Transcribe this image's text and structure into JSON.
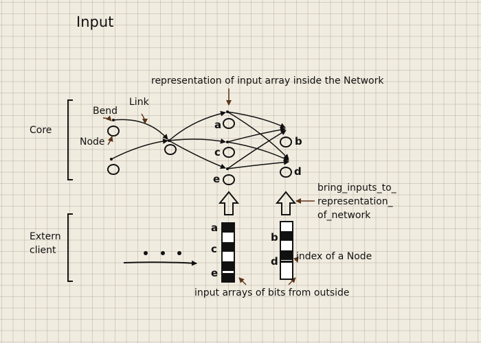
{
  "title": "Input",
  "labels": {
    "representation": "representation of input array inside the Network",
    "bend": "Bend",
    "link": "Link",
    "node": "Node",
    "core": "Core",
    "extern_client": [
      "Extern",
      "client"
    ],
    "bring": [
      "bring_inputs_to_",
      "representation_",
      "of_network"
    ],
    "index": "index of a Node",
    "input_arrays": "input arrays of bits from outside"
  },
  "node_letters": {
    "a": "a",
    "b": "b",
    "c": "c",
    "d": "d",
    "e": "e"
  },
  "array_left_letters": [
    "a",
    "c",
    "e"
  ],
  "array_right_letters": [
    "b",
    "d"
  ],
  "ellipsis": "• • •",
  "colors": {
    "ink": "#111111",
    "arrow_brown": "#5a3418",
    "paper": "#f1ece0",
    "grid": "#b0a89c"
  }
}
